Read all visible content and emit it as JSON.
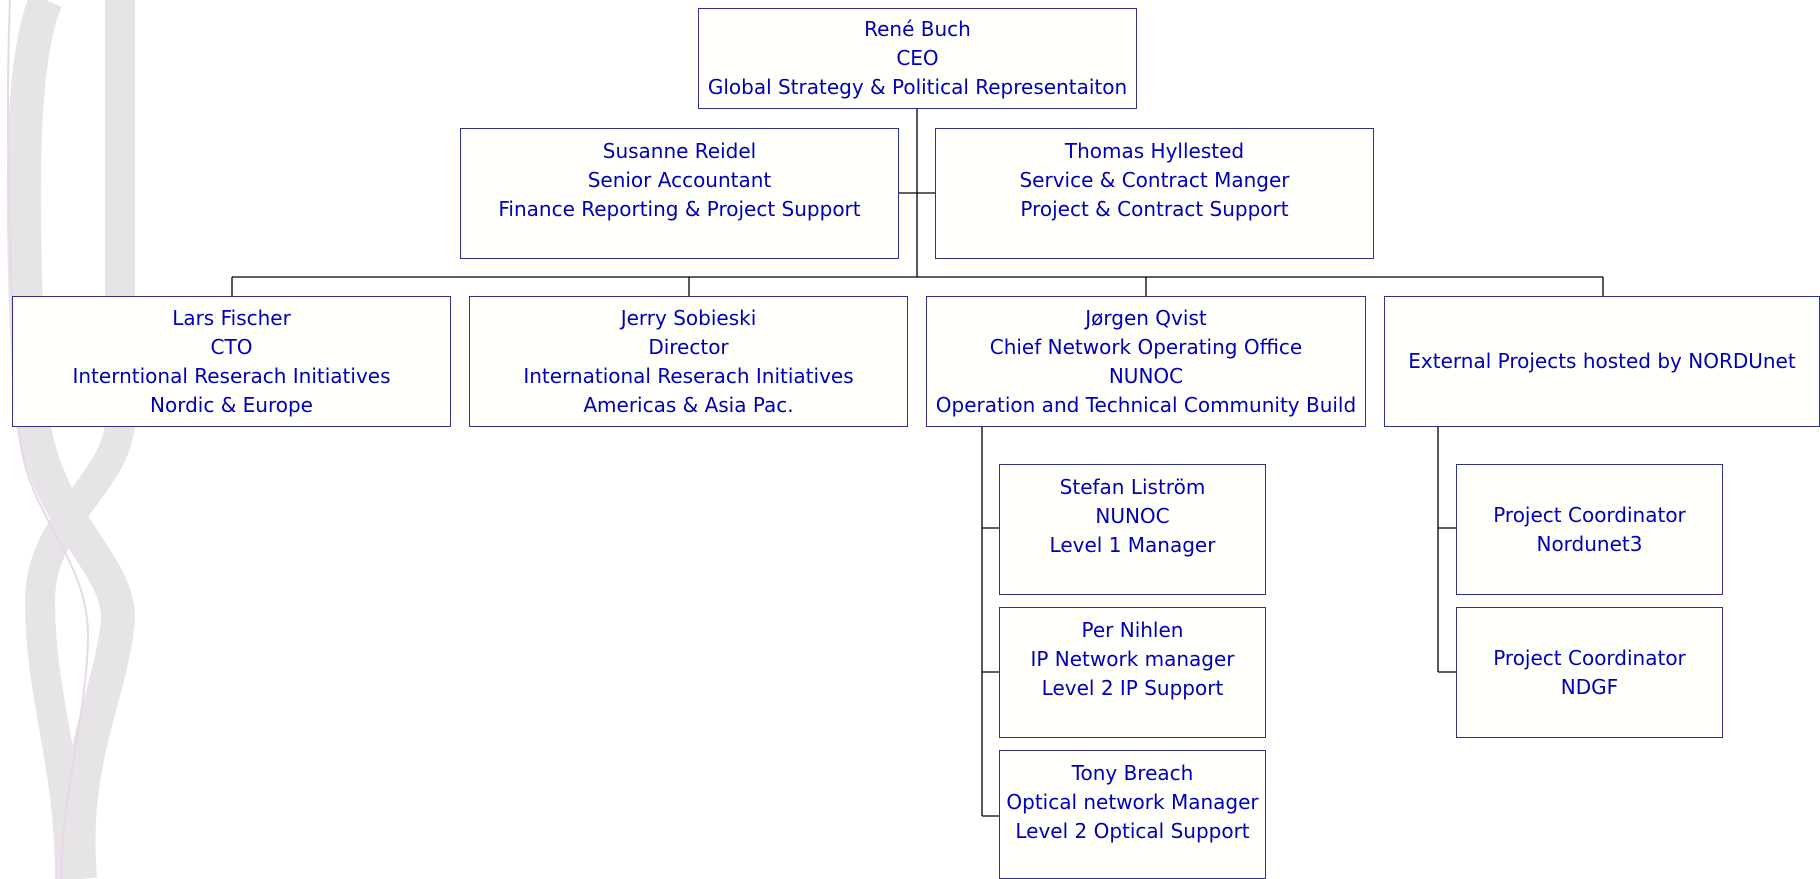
{
  "colors": {
    "box_text": "#0000b8",
    "box_border": "#2e3192",
    "connector": "#000000",
    "decor": "#e6e4e6"
  },
  "nodes": {
    "ceo": {
      "lines": [
        "René Buch",
        "CEO",
        "Global Strategy & Political Representaiton"
      ]
    },
    "reidel": {
      "lines": [
        "Susanne Reidel",
        "Senior Accountant",
        "Finance Reporting & Project Support"
      ]
    },
    "hyllested": {
      "lines": [
        "Thomas Hyllested",
        "Service & Contract Manger",
        "Project & Contract Support"
      ]
    },
    "fischer": {
      "lines": [
        "Lars Fischer",
        "CTO",
        "Interntional Reserach Initiatives",
        "Nordic & Europe"
      ]
    },
    "sobieski": {
      "lines": [
        "Jerry Sobieski",
        "Director",
        "International Reserach Initiatives",
        "Americas & Asia Pac."
      ]
    },
    "qvist": {
      "lines": [
        "Jørgen Qvist",
        "Chief Network Operating Office",
        "NUNOC",
        "Operation and Technical Community Build"
      ]
    },
    "external": {
      "lines": [
        "External Projects hosted by NORDUnet"
      ]
    },
    "listrom": {
      "lines": [
        "Stefan Liström",
        "NUNOC",
        "Level 1 Manager"
      ]
    },
    "nihlen": {
      "lines": [
        "Per Nihlen",
        "IP Network manager",
        "Level 2 IP Support"
      ]
    },
    "breach": {
      "lines": [
        "Tony Breach",
        "Optical network Manager",
        "Level 2 Optical Support"
      ]
    },
    "nordunet3": {
      "lines": [
        "Project Coordinator",
        "Nordunet3"
      ]
    },
    "ndgf": {
      "lines": [
        "Project Coordinator",
        "NDGF"
      ]
    }
  }
}
